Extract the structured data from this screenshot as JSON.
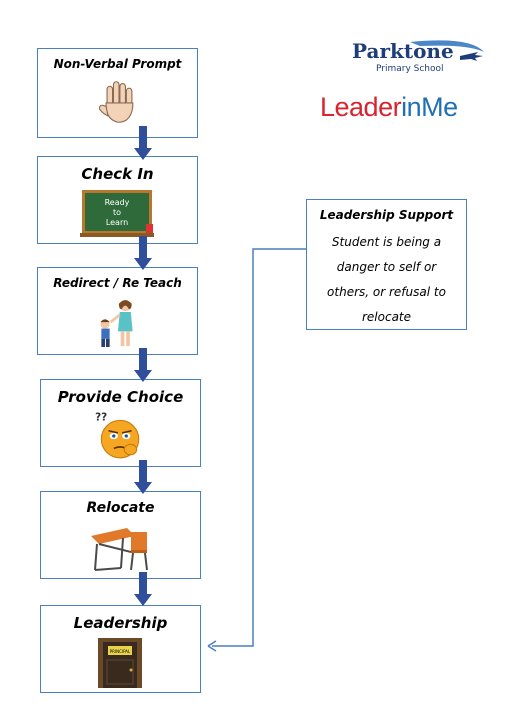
{
  "logos": {
    "parktone_name": "Parktone",
    "parktone_sub": "Primary School",
    "lim_leader": "Leader",
    "lim_in": "in",
    "lim_me": "Me"
  },
  "steps": [
    {
      "label": "Non-Verbal Prompt",
      "icon": "raised-hand-icon"
    },
    {
      "label": "Check In",
      "icon": "chalkboard-icon",
      "board_text": [
        "Ready",
        "to",
        "Learn"
      ]
    },
    {
      "label": "Redirect / Re Teach",
      "icon": "teacher-student-icon"
    },
    {
      "label": "Provide Choice",
      "icon": "thinking-face-icon",
      "marks": "??"
    },
    {
      "label": "Relocate",
      "icon": "school-desk-icon"
    },
    {
      "label": "Leadership",
      "icon": "principal-door-icon",
      "door_sign": "PRINCIPAL"
    }
  ],
  "support": {
    "title": "Leadership Support",
    "text": "Student is being a danger to self or others, or refusal to relocate"
  },
  "colors": {
    "box_border": "#4a7fc0",
    "arrow_fill": "#2f4f9a",
    "lim_red": "#d9232e",
    "lim_blue": "#1f6fb8",
    "parktone_navy": "#1e3d7a"
  }
}
